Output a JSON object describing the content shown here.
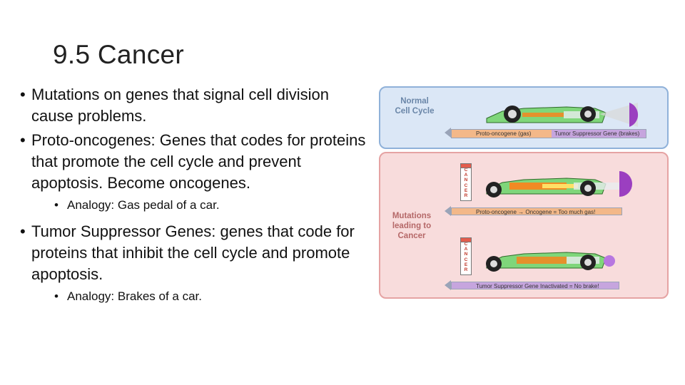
{
  "slide": {
    "title": "9.5 Cancer",
    "bullets": [
      {
        "text": "Mutations on genes that signal cell division cause problems."
      },
      {
        "text": "Proto-oncogenes: Genes that codes for proteins that promote the cell cycle and prevent apoptosis. Become oncogenes."
      },
      {
        "text": "Analogy: Gas pedal of a car."
      },
      {
        "text": "Tumor Suppressor Genes: genes that code for proteins that inhibit the cell cycle and promote apoptosis."
      },
      {
        "text": "Analogy: Brakes of a car."
      }
    ]
  },
  "diagram": {
    "normal_label": "Normal\nCell Cycle",
    "mutation_label": "Mutations\nleading to\nCancer",
    "sign_text": "CANCER",
    "bar1_left": "Proto-oncogene (gas)",
    "bar1_right": "Tumor Suppressor Gene (brakes)",
    "bar2": "Proto-oncogene → Oncogene = Too much gas!",
    "bar3": "Tumor Suppressor Gene Inactivated = No brake!",
    "colors": {
      "car_body": "#7fd67a",
      "gas_flame": "#f08a24",
      "parachute": "#9b3fc0",
      "normal_panel": "#dbe7f6",
      "mutation_panel": "#f8dcdc"
    }
  }
}
